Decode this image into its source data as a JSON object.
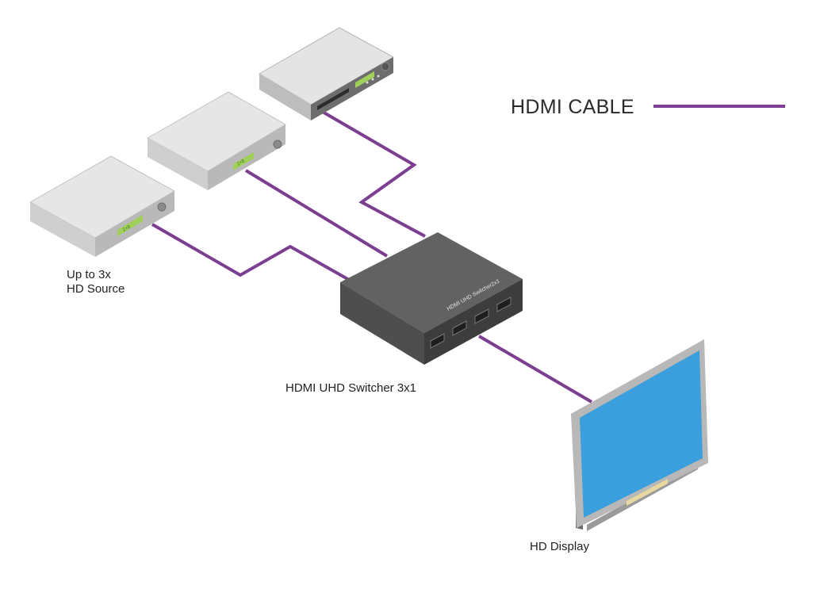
{
  "legend": {
    "label": "HDMI CABLE"
  },
  "colors": {
    "cable": "#7b3e91",
    "device_top": "#e2e2e2",
    "device_front": "#c9c9c9",
    "display_panel": "#3a9fdc",
    "switcher_top": "#616161"
  },
  "labels": {
    "sources": [
      "Up to 3x",
      "HD Source"
    ],
    "switcher": "HDMI UHD Switcher 3x1",
    "display": "HD Display"
  },
  "devices": {
    "source_display_text": "2×8",
    "switcher_top_text": "HDMI UHD Switcher2x1"
  }
}
